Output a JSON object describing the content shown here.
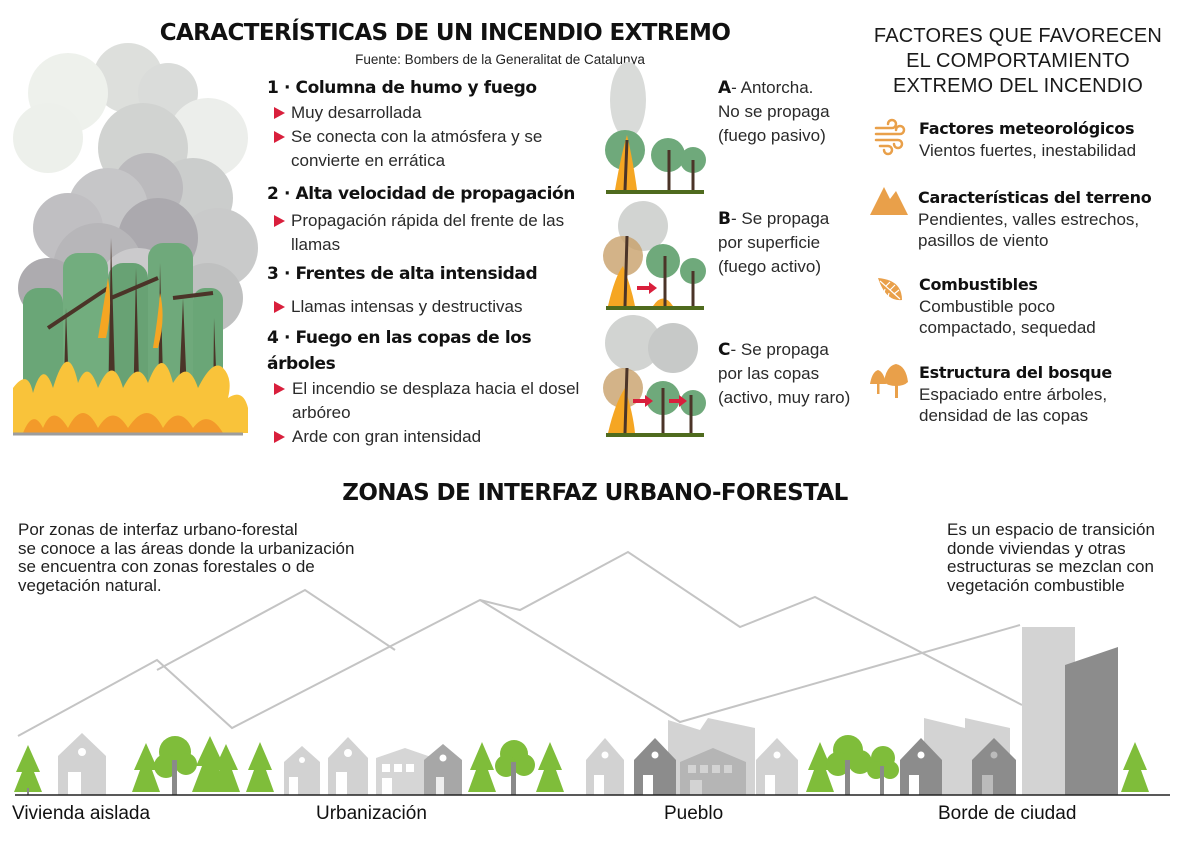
{
  "header": {
    "title": "CARACTERÍSTICAS DE UN INCENDIO EXTREMO",
    "source": "Fuente: Bombers de la Generalitat de Catalunya"
  },
  "characteristics": [
    {
      "heading": "1 · Columna de humo y fuego",
      "bullets": [
        "Muy desarrollada",
        "Se conecta con la atmósfera y se convierte en errática"
      ]
    },
    {
      "heading": "2 · Alta velocidad de propagación",
      "bullets": [
        "Propagación rápida del frente de las llamas"
      ]
    },
    {
      "heading": "3 · Frentes de alta intensidad",
      "bullets": [
        "Llamas intensas y destructivas"
      ]
    },
    {
      "heading": "4 · Fuego en las copas de los árboles",
      "bullets": [
        "El incendio se desplaza hacia el dosel arbóreo",
        "Arde con gran intensidad"
      ]
    }
  ],
  "fire_types": [
    {
      "letter": "A",
      "line1": "- Antorcha.",
      "line2": "No se propaga",
      "line3": "(fuego pasivo)"
    },
    {
      "letter": "B",
      "line1": "- Se propaga",
      "line2": "por superficie",
      "line3": "(fuego activo)"
    },
    {
      "letter": "C",
      "line1": "- Se propaga",
      "line2": "por las copas",
      "line3": "(activo, muy raro)"
    }
  ],
  "factors": {
    "title_lines": [
      "FACTORES QUE FAVORECEN",
      "EL COMPORTAMIENTO",
      "EXTREMO DEL INCENDIO"
    ],
    "items": [
      {
        "icon": "wind-icon",
        "title": "Factores meteorológicos",
        "desc": "Vientos fuertes, inestabilidad"
      },
      {
        "icon": "mountain-icon",
        "title": "Características del terreno",
        "desc": "Pendientes, valles estrechos, pasillos de viento"
      },
      {
        "icon": "leaf-icon",
        "title": "Combustibles",
        "desc": "Combustible poco compactado, sequedad"
      },
      {
        "icon": "trees-icon",
        "title": "Estructura del bosque",
        "desc": "Espaciado entre árboles, densidad de las copas"
      }
    ]
  },
  "wui": {
    "title": "ZONAS DE INTERFAZ URBANO-FORESTAL",
    "left_text": "Por zonas de interfaz urbano-forestal se conoce a las áreas donde la urbanización se encuentra con zonas forestales o de vegetación natural.",
    "left_lines": [
      "Por zonas de interfaz urbano-forestal",
      "se conoce a las áreas donde la urbanización",
      "se encuentra con zonas forestales o de",
      "vegetación natural."
    ],
    "right_lines": [
      "Es un espacio de transición",
      "donde viviendas y otras",
      "estructuras se mezclan con",
      "vegetación combustible"
    ],
    "zones": [
      "Vivienda aislada",
      "Urbanización",
      "Pueblo",
      "Borde de ciudad"
    ]
  },
  "colors": {
    "accent_red": "#d91f3c",
    "factor_orange": "#e9a04a",
    "tree_green": "#7fbd3a",
    "house_light": "#cfcfcf",
    "house_dark": "#8a8a8a",
    "mountain_line": "#c4c4c4"
  }
}
